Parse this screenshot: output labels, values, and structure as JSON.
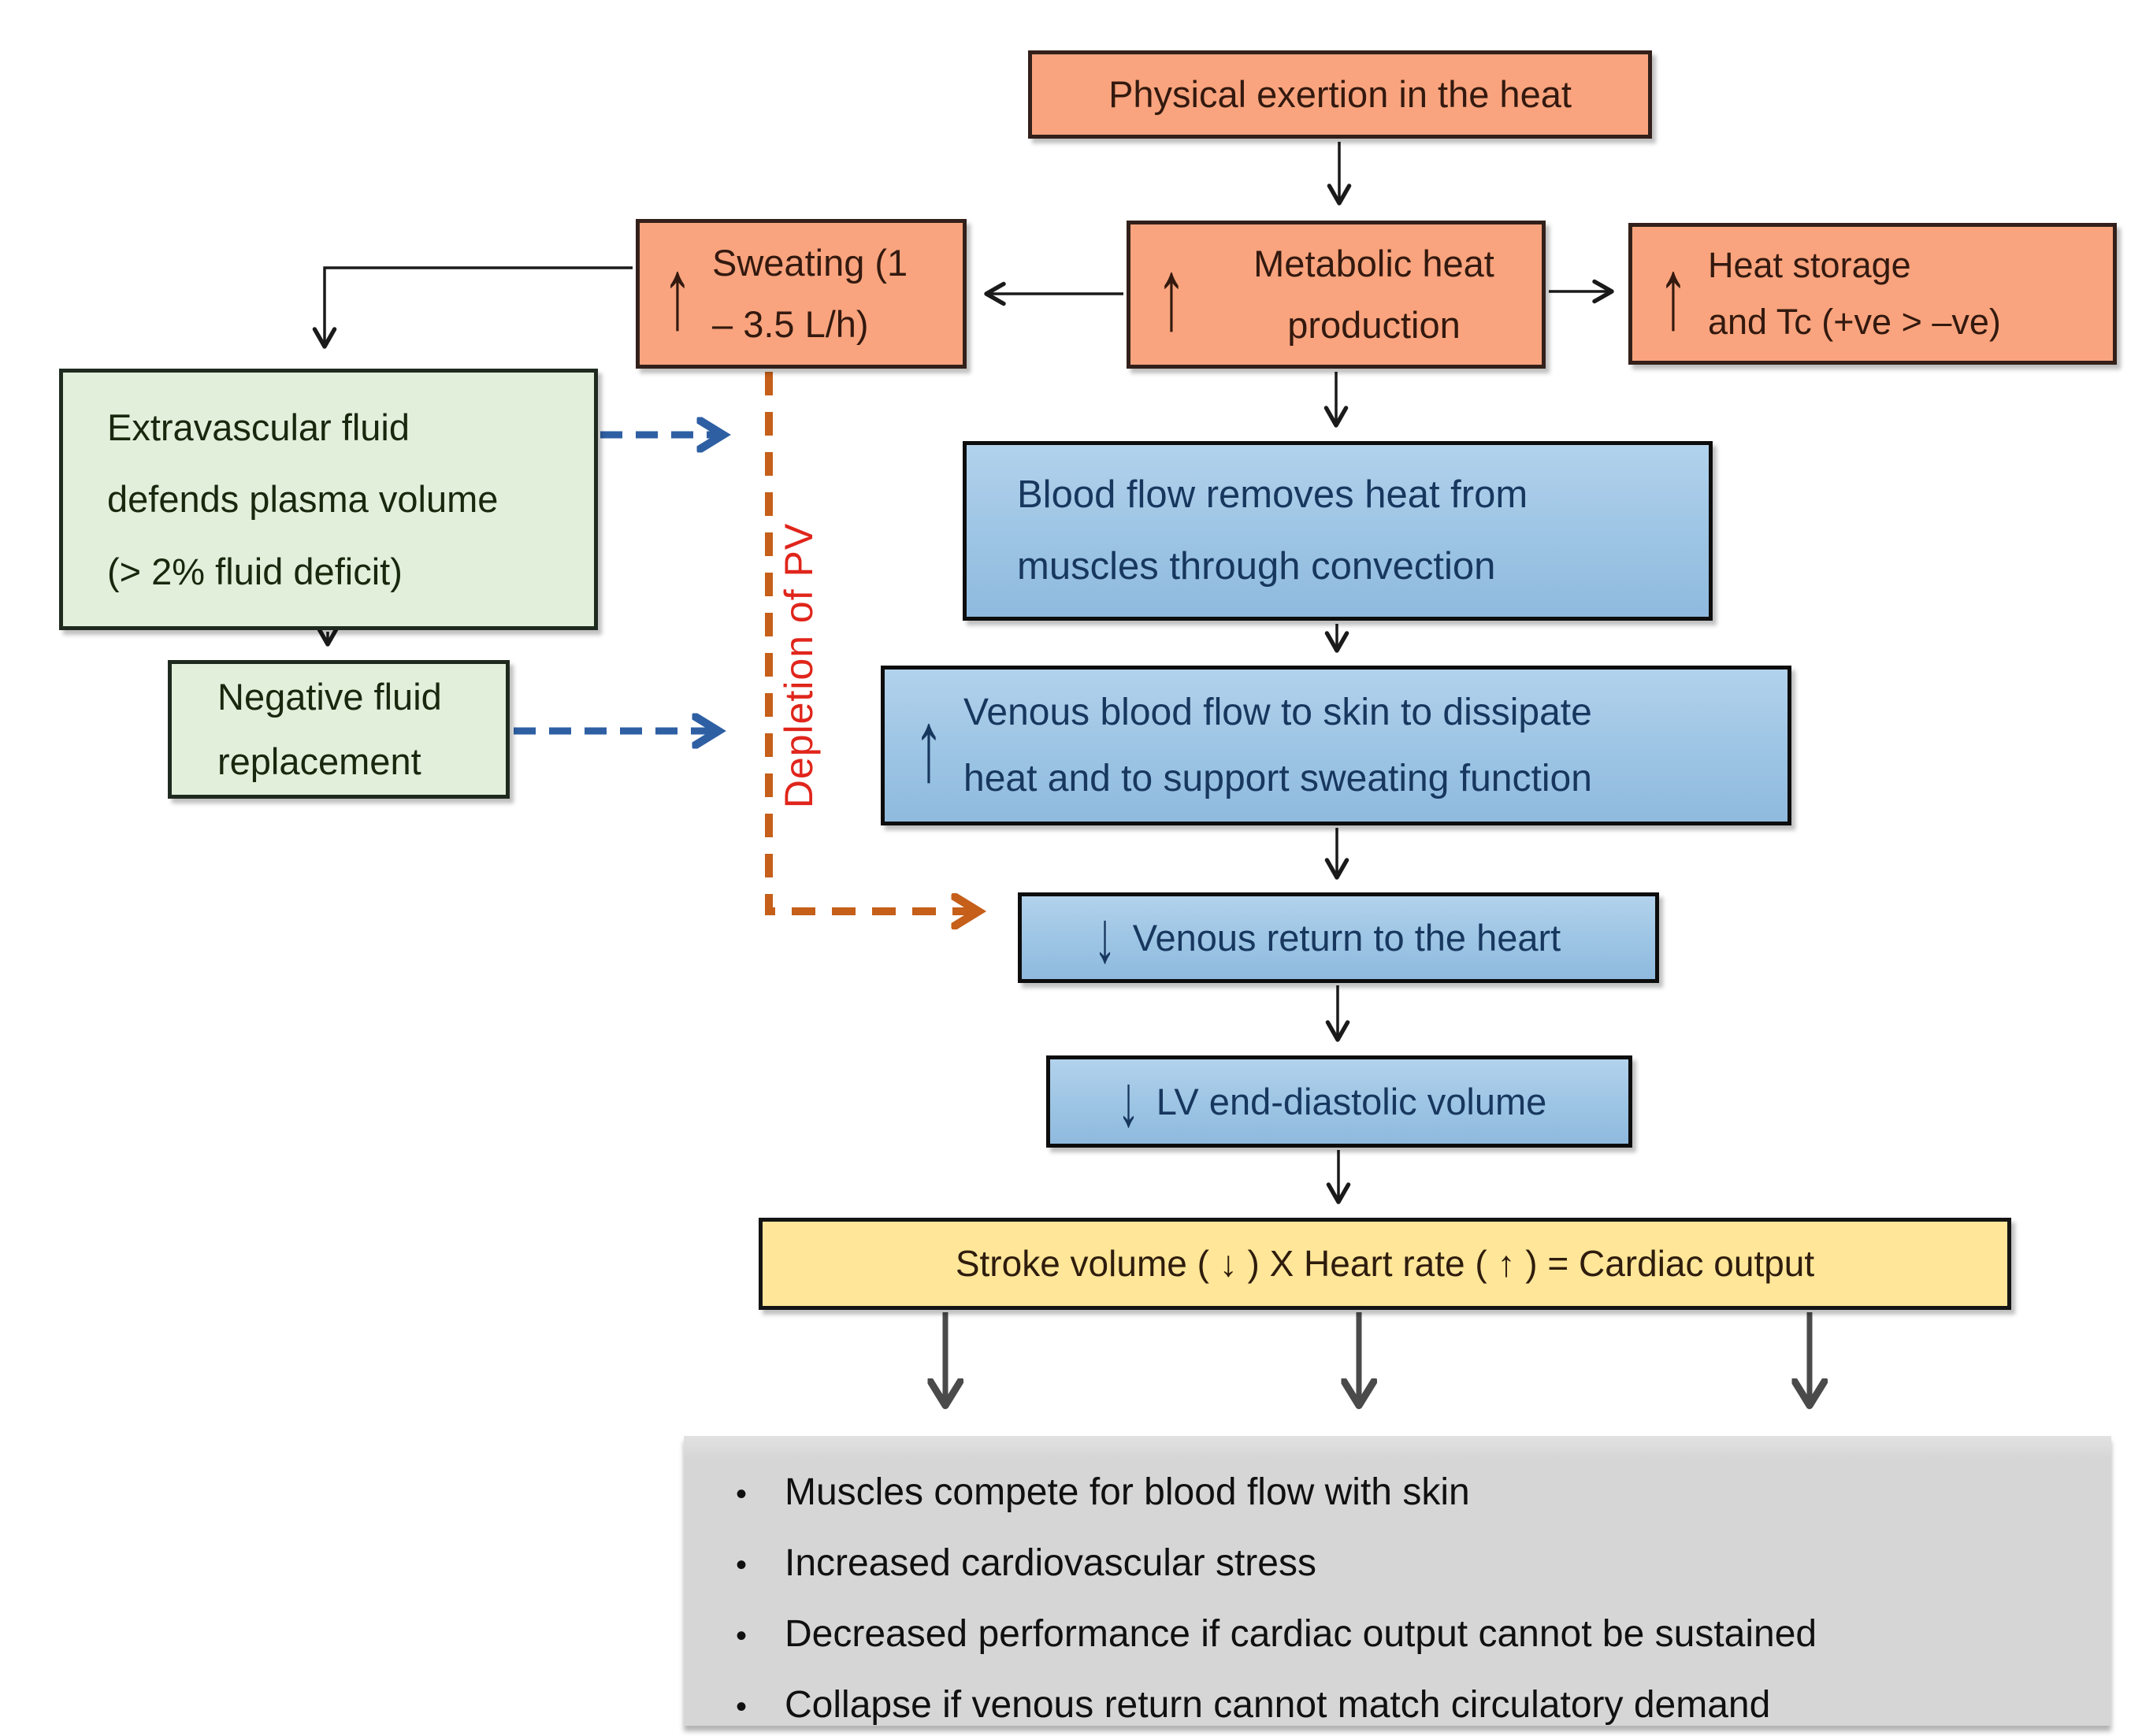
{
  "diagram": {
    "boxes": {
      "physical_exertion": {
        "text": "Physical exertion in the heat"
      },
      "sweating": {
        "arrow": "↑",
        "lines": [
          "Sweating (1",
          "– 3.5 L/h)"
        ]
      },
      "metabolic": {
        "arrow": "↑",
        "lines": [
          "Metabolic heat",
          "production"
        ]
      },
      "heat_storage": {
        "arrow": "↑",
        "lines": [
          "Heat storage",
          "and Tc (+ve > –ve)"
        ]
      },
      "extravascular": {
        "lines": [
          "Extravascular fluid",
          "defends plasma volume",
          "(> 2% fluid deficit)"
        ]
      },
      "negative_fluid": {
        "lines": [
          "Negative fluid",
          "replacement"
        ]
      },
      "blood_flow": {
        "lines": [
          "Blood flow removes heat from",
          "muscles through convection"
        ]
      },
      "venous_blood_flow": {
        "arrow": "↑",
        "lines": [
          "Venous blood flow to skin to dissipate",
          "heat and to support  sweating function"
        ]
      },
      "venous_return": {
        "arrow": "↓",
        "text": "Venous return to the heart"
      },
      "lv_end_diastolic": {
        "arrow": "↓",
        "text": "LV end-diastolic volume"
      },
      "cardiac_output": {
        "text": "Stroke volume ( ↓ )  X  Heart rate ( ↑ )  = Cardiac output"
      },
      "outcomes": {
        "bullet_char": "•",
        "bullets": [
          "Muscles compete for blood flow with skin",
          "Increased cardiovascular stress",
          "Decreased performance if cardiac output cannot be sustained",
          "Collapse if venous return cannot match circulatory demand"
        ]
      }
    },
    "labels": {
      "depletion_of_pv": "Depletion of PV"
    },
    "colors": {
      "box_orange": "#f9a47e",
      "box_blue": "#9cc4e4",
      "box_green": "#e2efda",
      "box_yellow": "#ffe699",
      "box_gray": "#d6d6d6",
      "arrow_black": "#1a1a1a",
      "arrow_gray": "#4a4a4a",
      "arrow_blue_dashed": "#2e5fa3",
      "arrow_orange_dashed": "#c55f19",
      "label_red": "#e0251b"
    }
  }
}
